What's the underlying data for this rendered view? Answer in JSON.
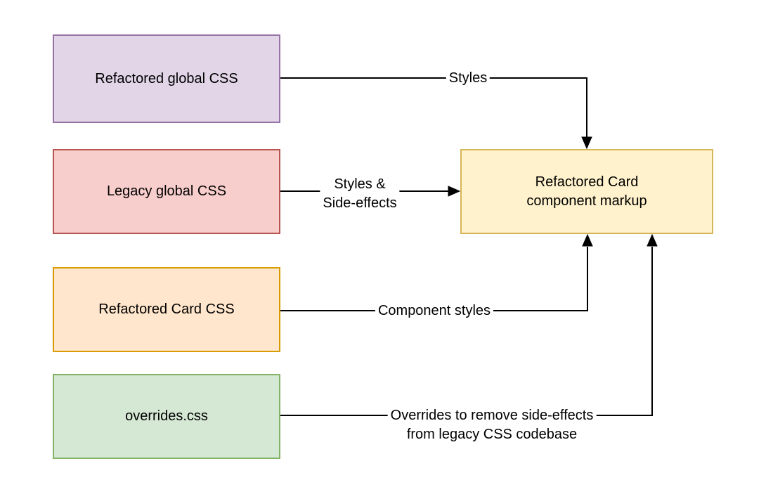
{
  "diagram": {
    "type": "flow-diagram",
    "background_color": "#ffffff",
    "text_color": "#000000",
    "line_color": "#000000",
    "nodes": [
      {
        "id": "refactored-global-css",
        "label": "Refactored global CSS",
        "fill": "#E1D5E7",
        "stroke": "#9673A6"
      },
      {
        "id": "legacy-global-css",
        "label": "Legacy global CSS",
        "fill": "#F8CECC",
        "stroke": "#B85450"
      },
      {
        "id": "refactored-card-css",
        "label": "Refactored Card CSS",
        "fill": "#FFE6CC",
        "stroke": "#D79B00"
      },
      {
        "id": "overrides-css",
        "label": "overrides.css",
        "fill": "#D5E8D4",
        "stroke": "#82B366"
      },
      {
        "id": "refactored-card-markup",
        "label": "Refactored Card component markup",
        "fill": "#FFF2CC",
        "stroke": "#D6B656"
      }
    ],
    "edges": [
      {
        "from": "refactored-global-css",
        "to": "refactored-card-markup",
        "label": "Styles",
        "label_lines": [
          "Styles"
        ]
      },
      {
        "from": "legacy-global-css",
        "to": "refactored-card-markup",
        "label": "Styles & Side-effects",
        "label_lines": [
          "Styles &",
          "Side-effects"
        ]
      },
      {
        "from": "refactored-card-css",
        "to": "refactored-card-markup",
        "label": "Component styles",
        "label_lines": [
          "Component styles"
        ]
      },
      {
        "from": "overrides-css",
        "to": "refactored-card-markup",
        "label": "Overrides to remove side-effects from legacy CSS codebase",
        "label_lines": [
          "Overrides to remove side-effects",
          "from legacy CSS codebase"
        ]
      }
    ]
  }
}
